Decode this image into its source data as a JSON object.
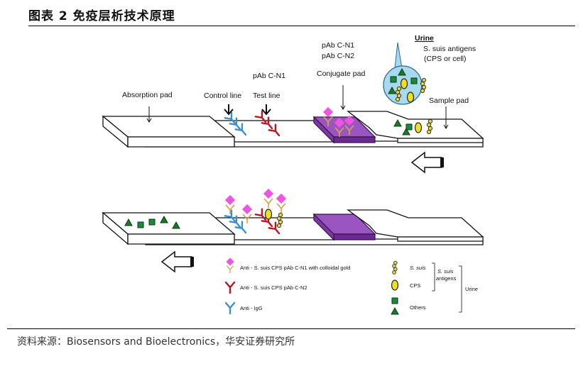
{
  "figure": {
    "title": "图表 2   免疫层析技术原理",
    "source": "资料来源：Biosensors and Bioelectronics，华安证券研究所"
  },
  "labels": {
    "urine": "Urine",
    "antigens_line1": "S. suis  antigens",
    "antigens_line2": "(CPS or cell)",
    "pab_cn1_top": "pAb C-N1",
    "pab_cn2_top": "pAb C-N2",
    "conjugate_pad": "Conjugate pad",
    "pab_cn1_test": "pAb C-N1",
    "absorption_pad": "Absorption pad",
    "control_line": "Control line",
    "test_line": "Test line",
    "sample_pad": "Sample pad"
  },
  "legend": {
    "left": [
      {
        "icon": "gold-antibody",
        "text": "Anti - S. suis CPS pAb C-N1 with colloidal gold"
      },
      {
        "icon": "red-antibody",
        "text": "Anti - S. suis CPS pAb C-N2"
      },
      {
        "icon": "blue-antibody",
        "text": "Anti - IgG"
      }
    ],
    "right": {
      "ssuis": "S. suis",
      "cps": "CPS",
      "others": "Others",
      "antigens_group_line1": "S. suis",
      "antigens_group_line2": "antigens",
      "urine_group": "Urine"
    }
  },
  "colors": {
    "control_antibody": "#3a8fd0",
    "test_antibody": "#c0121f",
    "gold_antibody": "#d9a24a",
    "gold_label": "#ee55e0",
    "conjugate_pad": "#7a3aa0",
    "urine_drop": "#a7d9ef",
    "cps": "#f0e020",
    "other_antigen": "#1a7a2a"
  }
}
